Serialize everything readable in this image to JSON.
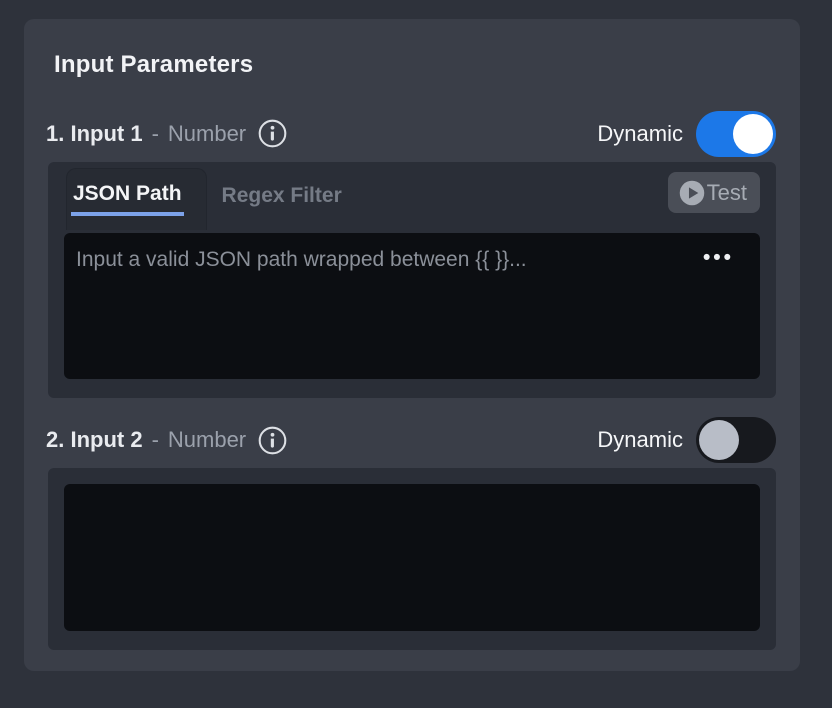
{
  "panel": {
    "title": "Input Parameters"
  },
  "params": [
    {
      "name": "1. Input 1",
      "separator": "-",
      "type": "Number",
      "info_icon": "info-circle-icon",
      "dynamic_label": "Dynamic",
      "dynamic_enabled": true,
      "tabs": [
        {
          "label": "JSON Path",
          "active": true
        },
        {
          "label": "Regex Filter",
          "active": false
        }
      ],
      "test_button": {
        "label": "Test",
        "icon": "play-circle-icon"
      },
      "editor": {
        "value": "",
        "placeholder": "Input a valid JSON path wrapped between {{ }}...",
        "ellipsis_glyph": "•••"
      }
    },
    {
      "name": "2. Input 2",
      "separator": "-",
      "type": "Number",
      "info_icon": "info-circle-icon",
      "dynamic_label": "Dynamic",
      "dynamic_enabled": false,
      "editor": {
        "value": "",
        "placeholder": ""
      }
    }
  ],
  "colors": {
    "page_bg": "#2e323b",
    "panel_bg": "#3a3e48",
    "group_bg": "#2a2e37",
    "editor_bg": "#0c0e12",
    "toggle_on_blue": "#1c78e8",
    "tab_underline_blue": "#7ca2e9"
  }
}
